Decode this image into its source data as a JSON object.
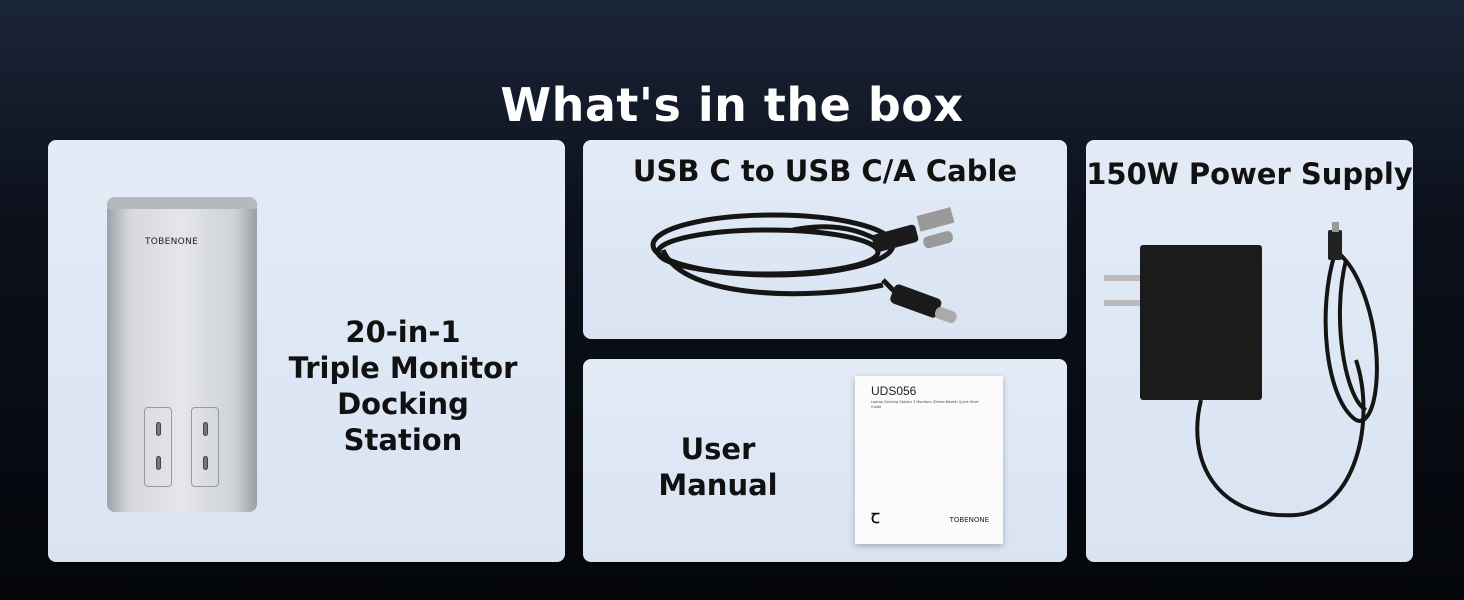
{
  "header": {
    "title": "What's in the box"
  },
  "items": [
    {
      "label_lines": [
        "20-in-1",
        "Triple Monitor",
        "Docking Station"
      ],
      "brand": "TOBENONE"
    },
    {
      "label": "USB C to USB C/A Cable"
    },
    {
      "label": "User Manual",
      "manual": {
        "model": "UDS056",
        "subtitle": "Laptop Docking Station 3 Monitors (Driver-Based) Quick Start Guide",
        "brand": "TOBENONE"
      }
    },
    {
      "label": "150W Power Supply"
    }
  ]
}
